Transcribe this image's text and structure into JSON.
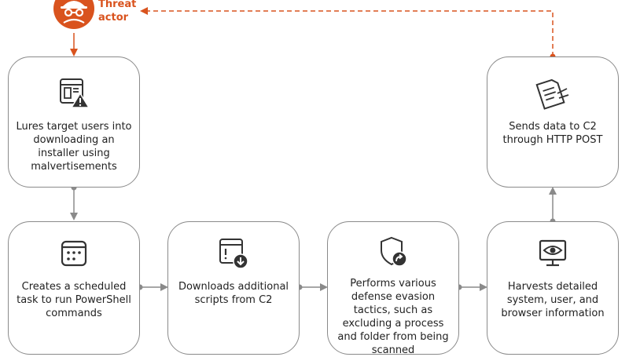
{
  "colors": {
    "accent": "#d9531e",
    "border": "#8a8a8a",
    "connector": "#8a8a8a",
    "icon": "#333333"
  },
  "threat_actor": {
    "label": "Threat actor",
    "icon": "hacker-icon"
  },
  "steps": [
    {
      "id": "lure",
      "icon": "window-warning-icon",
      "label": "Lures target users into downloading an installer using malvertisements"
    },
    {
      "id": "schedule",
      "icon": "calendar-icon",
      "label": "Creates a scheduled task to run PowerShell commands"
    },
    {
      "id": "download",
      "icon": "window-download-icon",
      "label": "Downloads additional scripts from C2"
    },
    {
      "id": "evasion",
      "icon": "shield-redirect-icon",
      "label": "Performs various defense evasion tactics, such as excluding a process and folder from being scanned"
    },
    {
      "id": "harvest",
      "icon": "monitor-eye-icon",
      "label": "Harvests detailed system, user, and browser information"
    },
    {
      "id": "exfil",
      "icon": "document-send-icon",
      "label": "Sends data to C2 through HTTP POST"
    }
  ]
}
